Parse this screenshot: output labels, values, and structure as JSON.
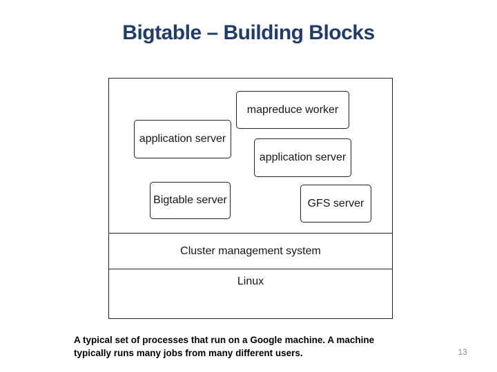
{
  "slide": {
    "title": "Bigtable – Building Blocks",
    "page_number": "13",
    "caption": {
      "line1": "A typical set of processes that run on a Google machine. A machine",
      "line2": "typically runs many jobs from many different users."
    }
  },
  "diagram": {
    "nodes": [
      {
        "id": "mapreduce-worker",
        "label": "mapreduce worker"
      },
      {
        "id": "application-server-1",
        "label": "application server"
      },
      {
        "id": "application-server-2",
        "label": "application server"
      },
      {
        "id": "bigtable-server",
        "label": "Bigtable server"
      },
      {
        "id": "gfs-server",
        "label": "GFS server"
      }
    ],
    "layers": [
      {
        "id": "cluster-management",
        "label": "Cluster management system"
      },
      {
        "id": "linux",
        "label": "Linux"
      }
    ]
  },
  "colors": {
    "title": "#1f3c6b",
    "border": "#1f1f1f",
    "page_number": "#8c8c8c",
    "background": "#ffffff"
  }
}
